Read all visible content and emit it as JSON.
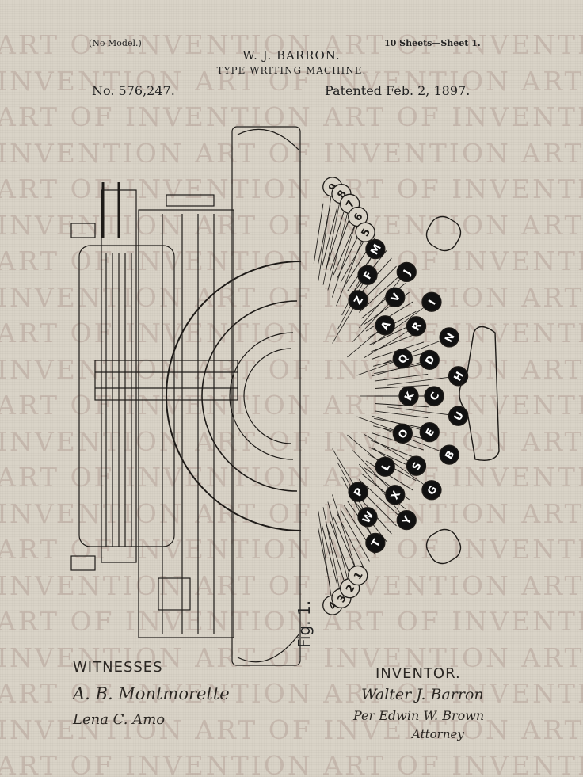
{
  "watermark": {
    "rows": [
      "ART OF INVENTION ART OF INVENTION ART OF INVENTION ART OF INVENTION",
      "INVENTION ART OF INVENTION ART OF INVENTION ART OF INVENTION ART",
      "ART OF INVENTION ART OF INVENTION ART OF INVENTION ART OF INVENTION",
      "INVENTION ART OF INVENTION ART OF INVENTION ART OF INVENTION ART",
      "ART OF INVENTION ART OF INVENTION ART OF INVENTION ART OF INVENTION",
      "INVENTION ART OF INVENTION ART OF INVENTION ART OF INVENTION ART",
      "ART OF INVENTION ART OF INVENTION ART OF INVENTION ART OF INVENTION",
      "INVENTION ART OF INVENTION ART OF INVENTION ART OF INVENTION ART",
      "ART OF INVENTION ART OF INVENTION ART OF INVENTION ART OF INVENTION",
      "INVENTION ART OF INVENTION ART OF INVENTION ART OF INVENTION ART",
      "ART OF INVENTION ART OF INVENTION ART OF INVENTION ART OF INVENTION",
      "INVENTION ART OF INVENTION ART OF INVENTION ART OF INVENTION ART",
      "ART OF INVENTION ART OF INVENTION ART OF INVENTION ART OF INVENTION",
      "INVENTION ART OF INVENTION ART OF INVENTION ART OF INVENTION ART",
      "ART OF INVENTION ART OF INVENTION ART OF INVENTION ART OF INVENTION",
      "INVENTION ART OF INVENTION ART OF INVENTION ART OF INVENTION ART",
      "ART OF INVENTION ART OF INVENTION ART OF INVENTION ART OF INVENTION",
      "INVENTION ART OF INVENTION ART OF INVENTION ART OF INVENTION ART",
      "ART OF INVENTION ART OF INVENTION ART OF INVENTION ART OF INVENTION",
      "INVENTION ART OF INVENTION ART OF INVENTION ART OF INVENTION ART",
      "ART OF INVENTION ART OF INVENTION ART OF INVENTION ART OF INVENTION"
    ],
    "color": "#a07870"
  },
  "header": {
    "no_model": "(No Model.)",
    "sheets": "10 Sheets—Sheet 1.",
    "inventor_name": "W. J. BARRON.",
    "title": "TYPE WRITING MACHINE.",
    "patent_number": "No. 576,247.",
    "patented_date": "Patented Feb. 2, 1897."
  },
  "drawing": {
    "figure_label": "Fig. 1.",
    "keys": [
      "M",
      "J",
      "I",
      "N",
      "H",
      "U",
      "B",
      "G",
      "Y",
      "T",
      "F",
      "V",
      "R",
      "D",
      "C",
      "E",
      "S",
      "X",
      "W",
      "Z",
      "A",
      "Q",
      "K",
      "O",
      "L",
      "P"
    ],
    "number_keys": [
      "9",
      "8",
      "7",
      "6",
      "5",
      "4",
      "3",
      "2",
      "1"
    ],
    "ink_color": "#1e1b18",
    "key_fill": "#111111",
    "key_text_color": "#ffffff",
    "paper_color": "#d9d3c7"
  },
  "signatures": {
    "witnesses_label": "WITNESSES",
    "witness_1": "A. B. Montmorette",
    "witness_2": "Lena C. Amo",
    "inventor_label": "INVENTOR.",
    "inventor_signature": "Walter J. Barron",
    "attorney_line": "Per Edwin W. Brown",
    "attorney_title": "Attorney"
  }
}
